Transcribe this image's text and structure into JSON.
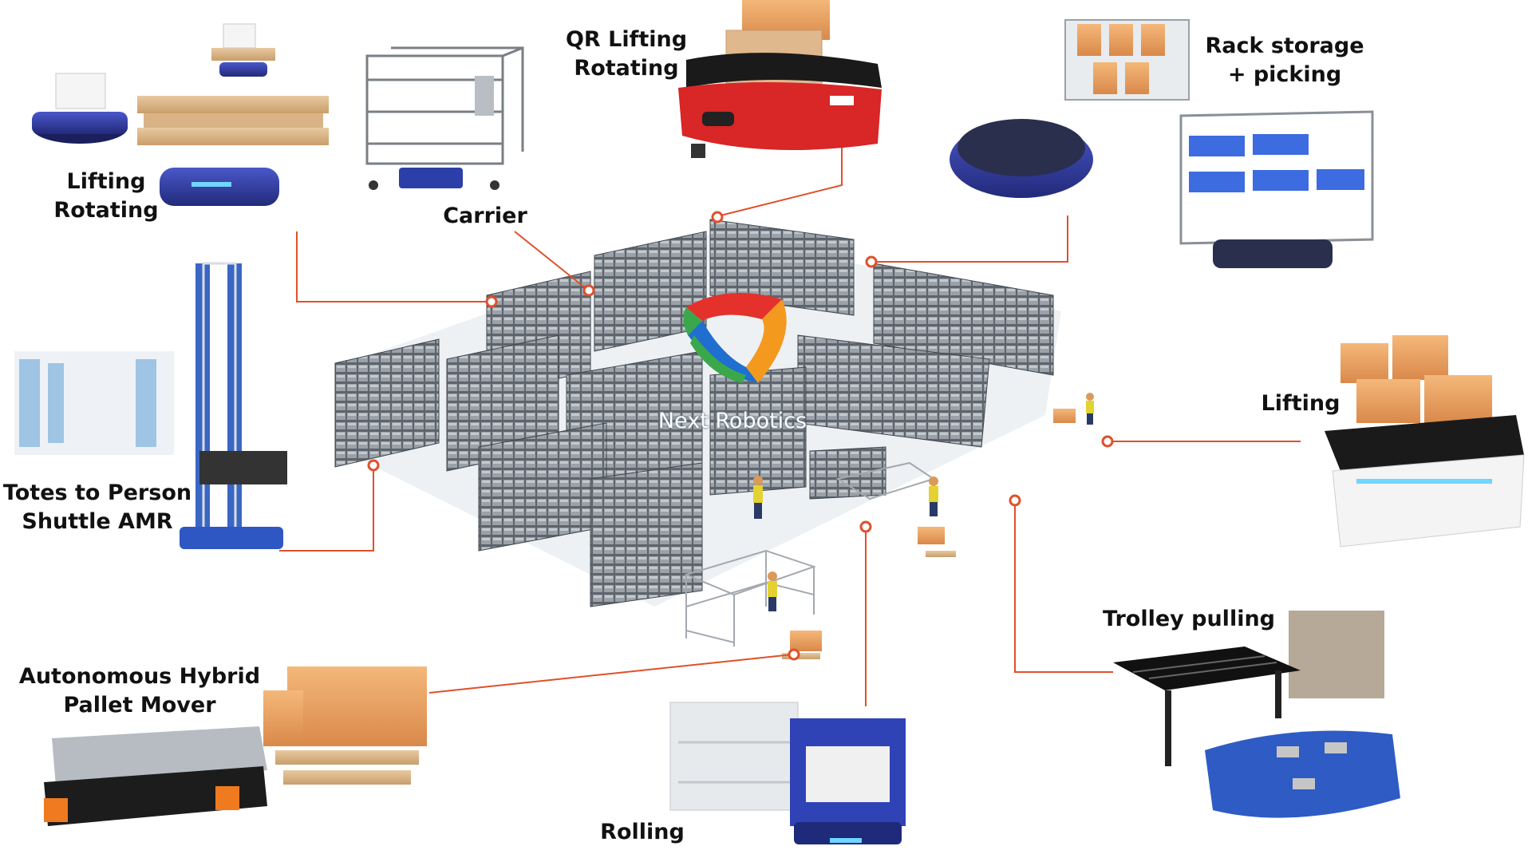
{
  "diagram": {
    "brand": "Next Robotics",
    "colors": {
      "connector": "#e0502a",
      "node_fill": "#ffffff",
      "logo_red": "#e4312b",
      "logo_orange": "#f39a1e",
      "logo_green": "#3aa84a",
      "logo_blue": "#1e6fd0"
    },
    "labels": {
      "lifting_rotating": [
        "Lifting",
        "Rotating"
      ],
      "carrier": [
        "Carrier"
      ],
      "qr_lifting_rotating": [
        "QR Lifting",
        "Rotating"
      ],
      "rack_storage_picking": [
        "Rack storage",
        "+ picking"
      ],
      "lifting": [
        "Lifting"
      ],
      "totes_to_person": [
        "Totes to Person",
        "Shuttle AMR"
      ],
      "trolley_pulling": [
        "Trolley pulling"
      ],
      "hybrid_pallet_mover": [
        "Autonomous Hybrid",
        "Pallet Mover"
      ],
      "rolling": [
        "Rolling"
      ]
    }
  }
}
